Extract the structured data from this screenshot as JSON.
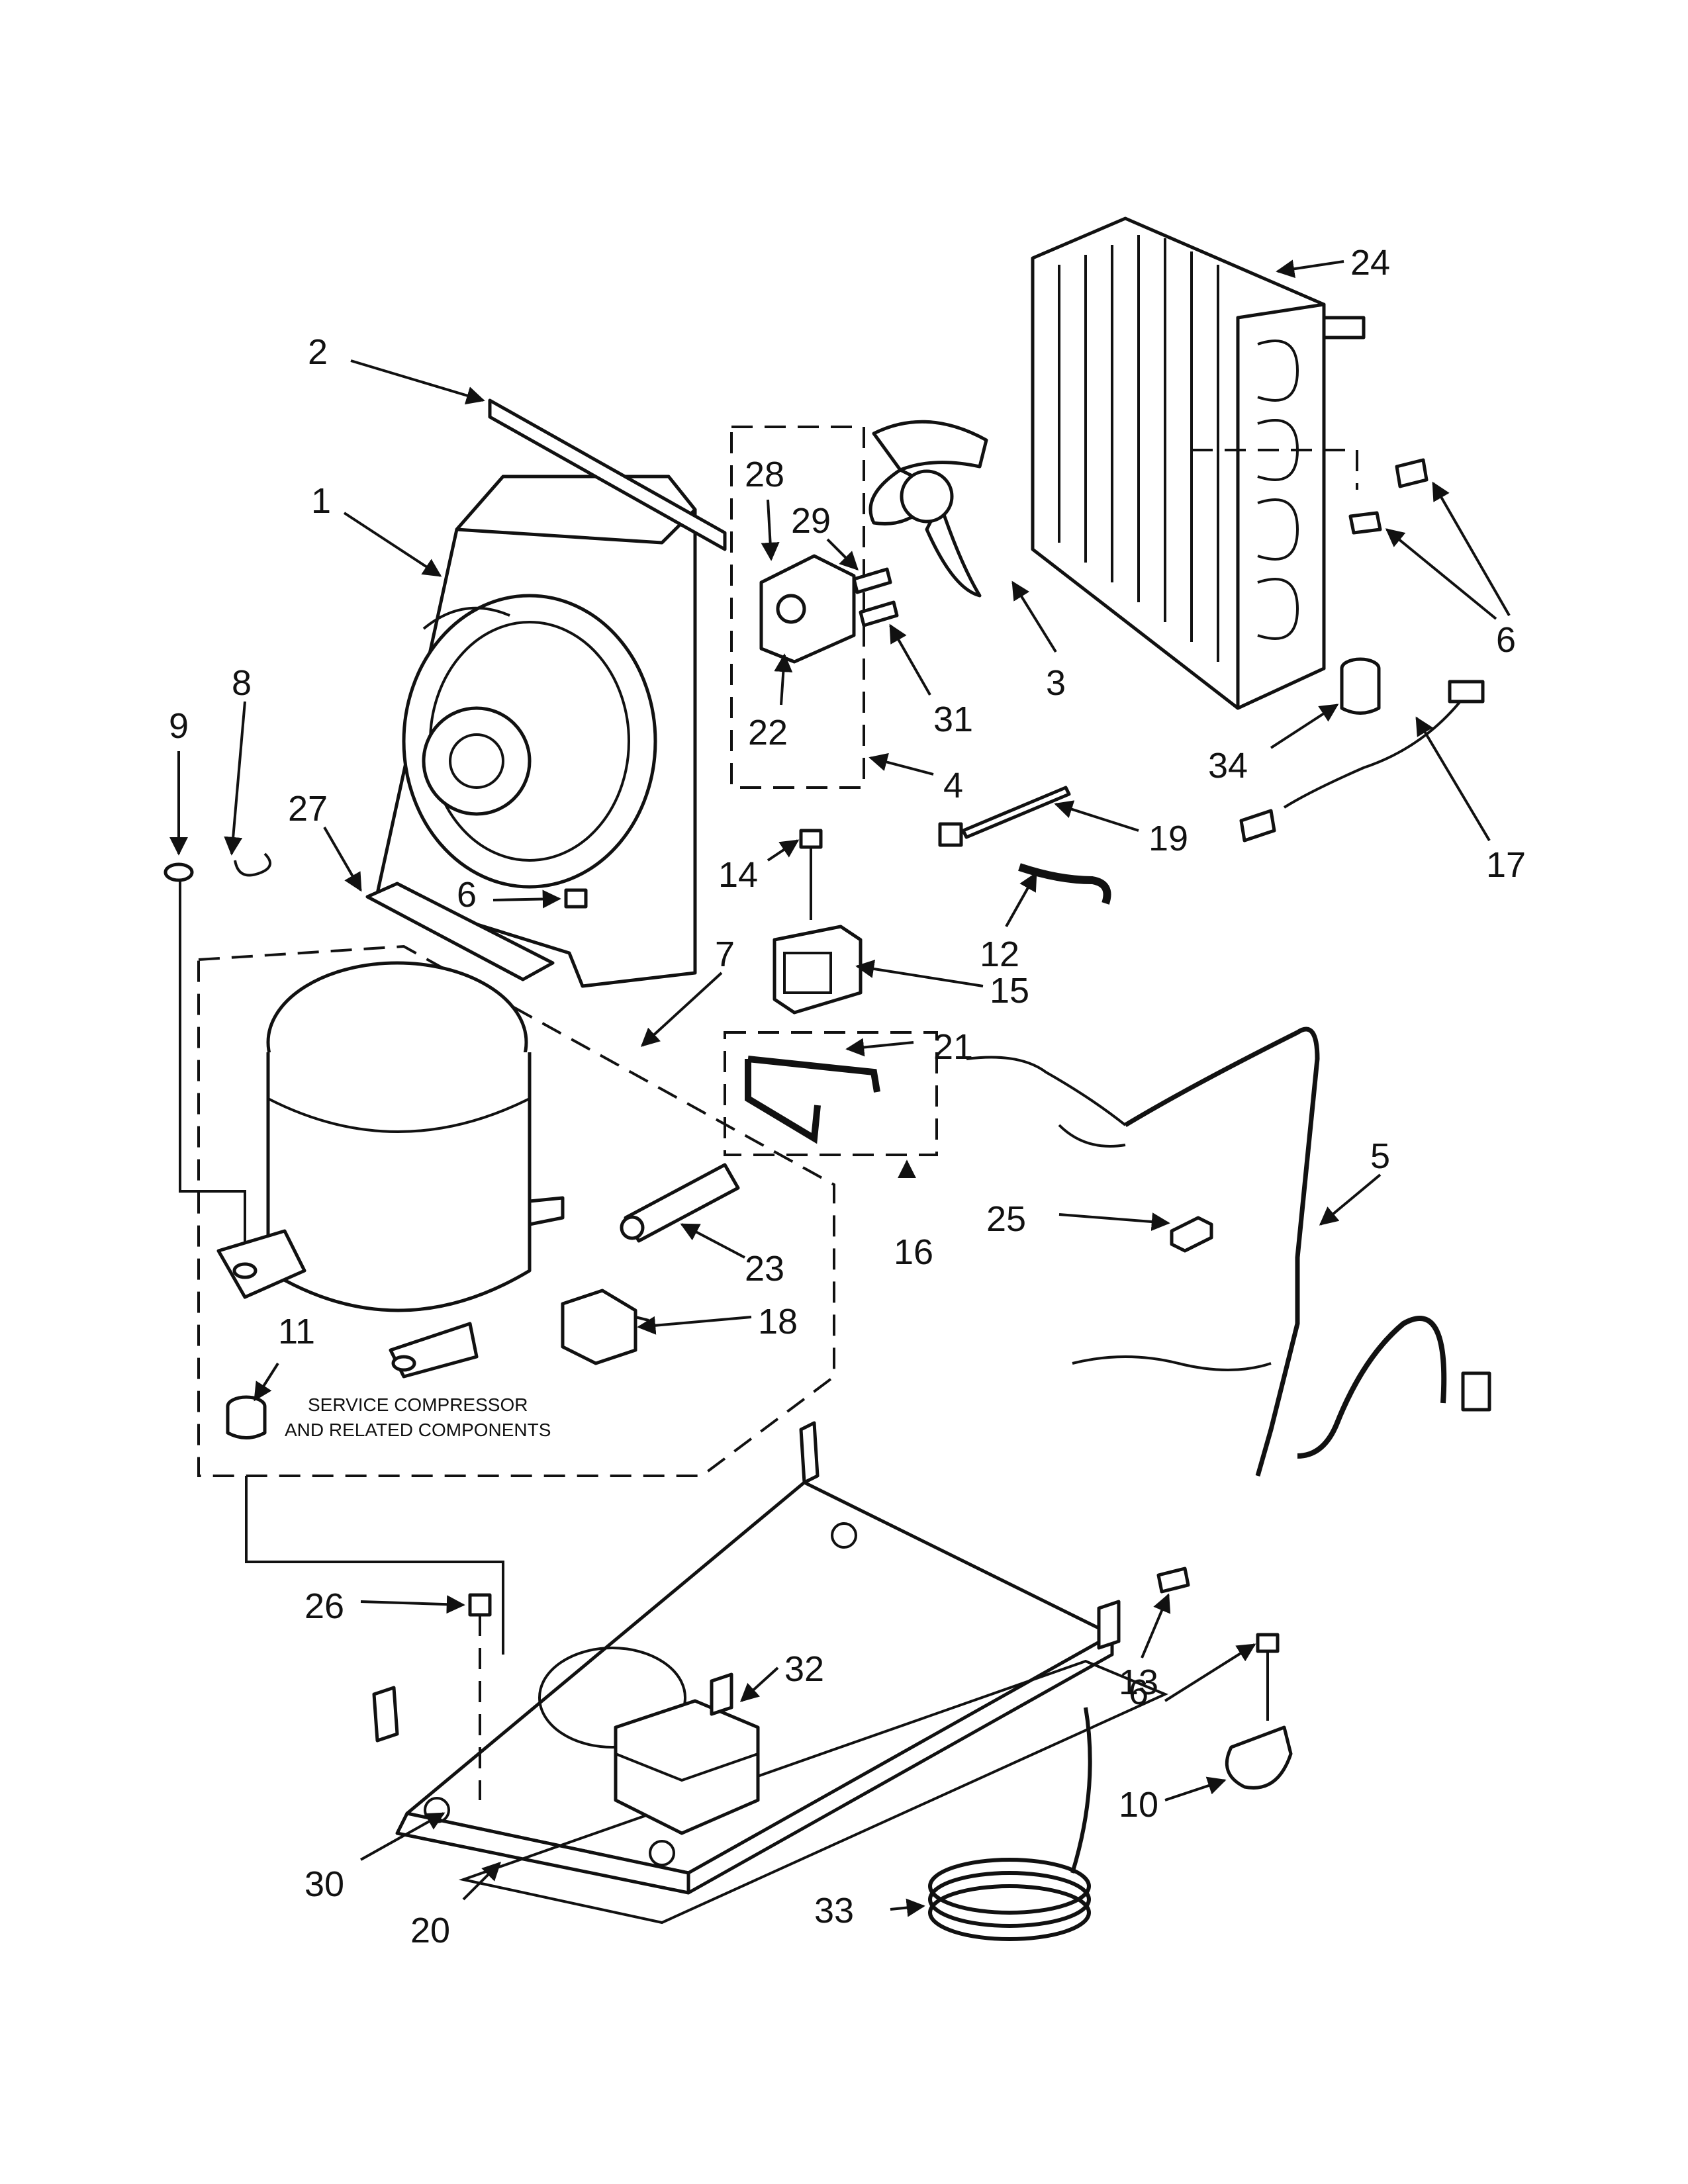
{
  "callouts": [
    {
      "id": "c1",
      "text": "1"
    },
    {
      "id": "c2",
      "text": "2"
    },
    {
      "id": "c3",
      "text": "3"
    },
    {
      "id": "c4",
      "text": "4"
    },
    {
      "id": "c5",
      "text": "5"
    },
    {
      "id": "c6a",
      "text": "6"
    },
    {
      "id": "c6b",
      "text": "6"
    },
    {
      "id": "c6c",
      "text": "6"
    },
    {
      "id": "c7",
      "text": "7"
    },
    {
      "id": "c8",
      "text": "8"
    },
    {
      "id": "c9",
      "text": "9"
    },
    {
      "id": "c10",
      "text": "10"
    },
    {
      "id": "c11",
      "text": "11"
    },
    {
      "id": "c12",
      "text": "12"
    },
    {
      "id": "c13",
      "text": "13"
    },
    {
      "id": "c14",
      "text": "14"
    },
    {
      "id": "c15",
      "text": "15"
    },
    {
      "id": "c16",
      "text": "16"
    },
    {
      "id": "c17",
      "text": "17"
    },
    {
      "id": "c18",
      "text": "18"
    },
    {
      "id": "c19",
      "text": "19"
    },
    {
      "id": "c20",
      "text": "20"
    },
    {
      "id": "c21",
      "text": "21"
    },
    {
      "id": "c22",
      "text": "22"
    },
    {
      "id": "c23",
      "text": "23"
    },
    {
      "id": "c24",
      "text": "24"
    },
    {
      "id": "c25",
      "text": "25"
    },
    {
      "id": "c26",
      "text": "26"
    },
    {
      "id": "c27",
      "text": "27"
    },
    {
      "id": "c28",
      "text": "28"
    },
    {
      "id": "c29",
      "text": "29"
    },
    {
      "id": "c30",
      "text": "30"
    },
    {
      "id": "c31",
      "text": "31"
    },
    {
      "id": "c32",
      "text": "32"
    },
    {
      "id": "c33",
      "text": "33"
    },
    {
      "id": "c34",
      "text": "34"
    }
  ],
  "service_note": {
    "line1": "SERVICE COMPRESSOR",
    "line2": "AND RELATED COMPONENTS"
  }
}
